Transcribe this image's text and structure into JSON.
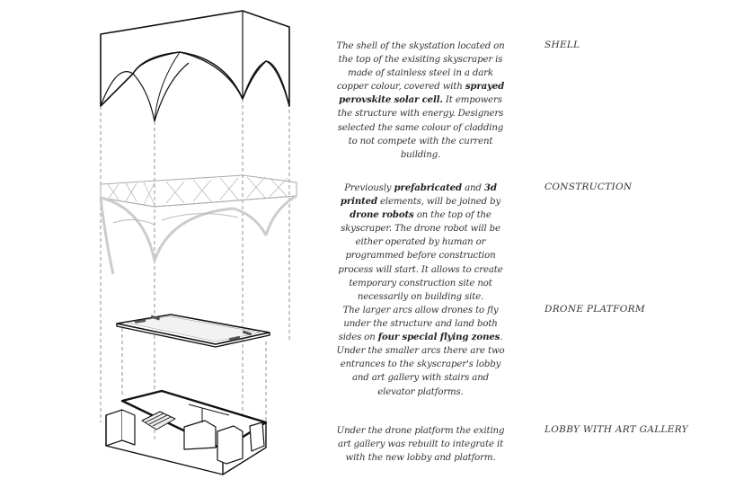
{
  "sections": [
    {
      "label": "SHELL",
      "description": [
        {
          "t": "The shell of the skystation located on the top of the exisiting skyscraper is made of stainless steel in a dark copper colour, covered with "
        },
        {
          "t": "sprayed perovskite solar cell.",
          "b": true
        },
        {
          "t": " It empowers the structure with energy. Designers selected the same colour of cladding to not compete with the current building."
        }
      ]
    },
    {
      "label": "CONSTRUCTION",
      "description": [
        {
          "t": "Previously "
        },
        {
          "t": "prefabricated",
          "b": true
        },
        {
          "t": " and "
        },
        {
          "t": "3d printed",
          "b": true
        },
        {
          "t": " elements, will be joined by "
        },
        {
          "t": "drone robots",
          "b": true
        },
        {
          "t": " on the top of the skyscraper. The drone robot will be either operated by human or programmed before construction process will start. It allows to create temporary construction site not necessarily on building site."
        }
      ]
    },
    {
      "label": "DRONE PLATFORM",
      "description": [
        {
          "t": "The larger arcs allow drones to fly under the structure and land both sides on "
        },
        {
          "t": "four special flying zones",
          "b": true
        },
        {
          "t": ". Under the smaller arcs there are two entrances to the skyscraper's lobby and art gallery with stairs and elevator platforms."
        }
      ]
    },
    {
      "label": "LOBBY WITH ART GALLERY",
      "description": [
        {
          "t": "Under the drone platform the exiting art gallery was rebuilt to integrate it with the new lobby and platform."
        }
      ]
    }
  ]
}
